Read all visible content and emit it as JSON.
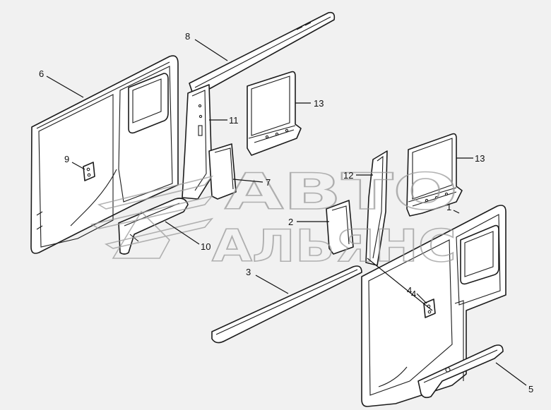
{
  "watermark": {
    "line1": "АВТО",
    "line2": "АЛЬЯНС"
  },
  "callouts": [
    {
      "id": "c1",
      "label": "1"
    },
    {
      "id": "c2",
      "label": "2"
    },
    {
      "id": "c3",
      "label": "3"
    },
    {
      "id": "c4a",
      "label": "4"
    },
    {
      "id": "c4b",
      "label": "4"
    },
    {
      "id": "c5",
      "label": "5"
    },
    {
      "id": "c6",
      "label": "6"
    },
    {
      "id": "c7",
      "label": "7"
    },
    {
      "id": "c8",
      "label": "8"
    },
    {
      "id": "c9",
      "label": "9"
    },
    {
      "id": "c10",
      "label": "10"
    },
    {
      "id": "c11",
      "label": "11"
    },
    {
      "id": "c12",
      "label": "12"
    },
    {
      "id": "c13a",
      "label": "13"
    },
    {
      "id": "c13b",
      "label": "13"
    }
  ]
}
